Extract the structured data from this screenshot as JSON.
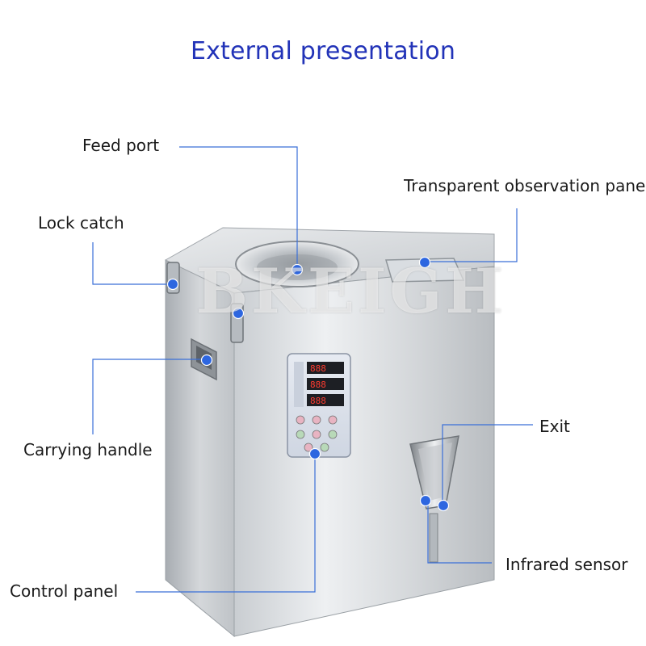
{
  "title": "External presentation",
  "watermark": "BKEIGH",
  "labels": {
    "feed_port": "Feed port",
    "observation_panel": "Transparent observation panel",
    "lock_catch": "Lock catch",
    "carrying_handle": "Carrying handle",
    "control_panel": "Control panel",
    "exit": "Exit",
    "infrared_sensor": "Infrared sensor"
  },
  "colors": {
    "title": "#2233b8",
    "leader_line": "#3a6fd8",
    "marker": "#2d66e0",
    "steel_light": "#e6e8ea",
    "steel_dark": "#9ea3a8"
  }
}
